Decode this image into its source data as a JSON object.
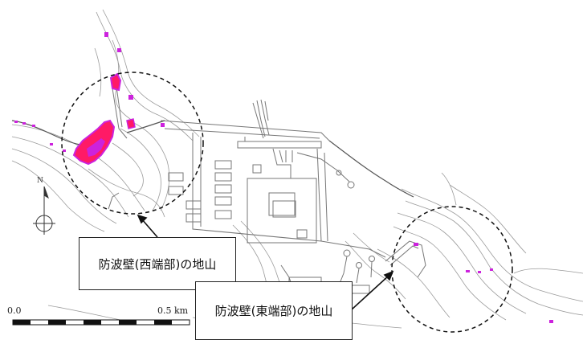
{
  "map": {
    "callouts": {
      "west": "防波壁(西端部)の地山",
      "east": "防波壁(東端部)の地山"
    },
    "scale_bar": {
      "start_label": "0.0",
      "end_label": "0.5 km"
    },
    "north_arrow": {
      "letter": "N"
    },
    "colors": {
      "hazard_fill": "#ff1a66",
      "hazard_edge": "#cc22dd",
      "contour": "#9a9a9a",
      "facility_line": "#777777",
      "circle": "#111111"
    }
  }
}
